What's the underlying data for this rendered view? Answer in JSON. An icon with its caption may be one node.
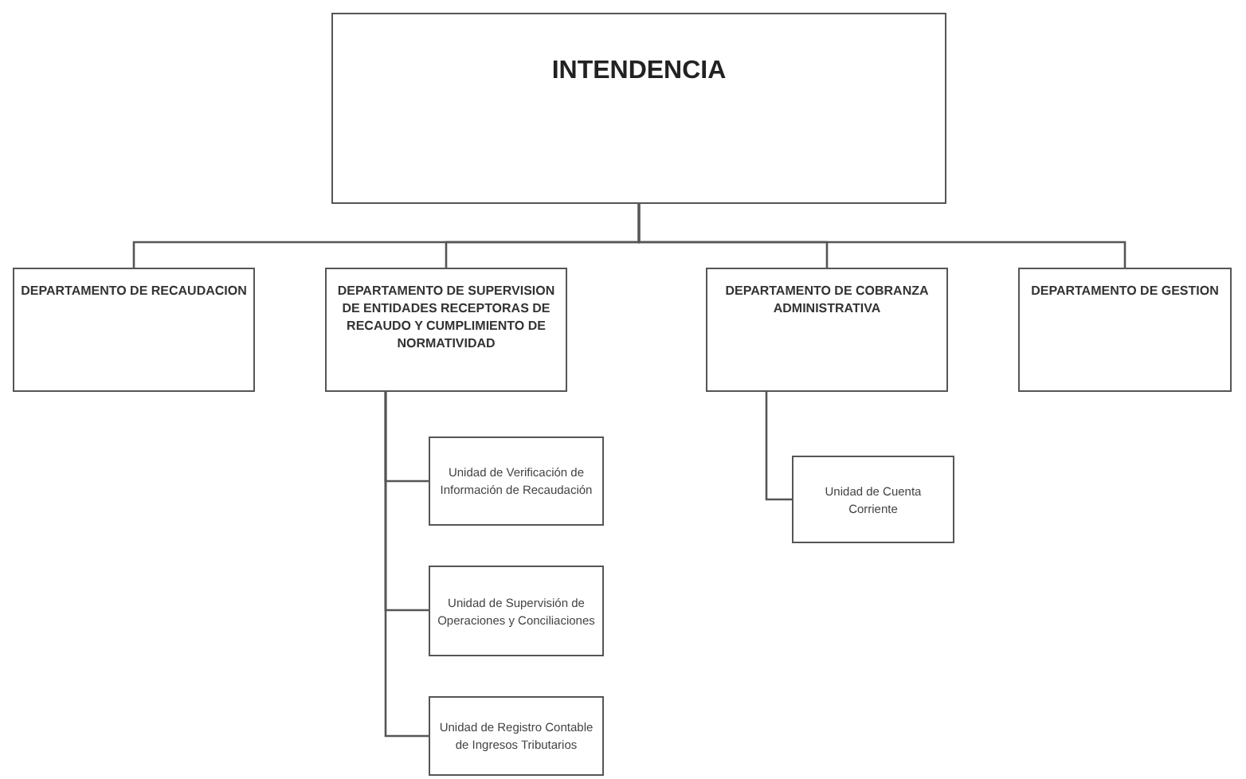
{
  "diagram": {
    "nodes": [
      {
        "text": [
          "INTENDENCIA"
        ]
      },
      {
        "text": [
          "DEPARTAMENTO DE RECAUDACION"
        ]
      },
      {
        "text": [
          "DEPARTAMENTO DE SUPERVISION DE ENTIDADES RECEPTORAS DE RECAUDO Y CUMPLIMIENTO DE NORMATIVIDAD"
        ]
      },
      {
        "text": [
          "DEPARTAMENTO DE COBRANZA ADMINISTRATIVA"
        ]
      },
      {
        "text": [
          "DEPARTAMENTO DE GESTION"
        ]
      },
      {
        "text": [
          "Unidad de Verificación de Información de Recaudación"
        ]
      },
      {
        "text": [
          "Unidad de Supervisión de Operaciones y Conciliaciones"
        ]
      },
      {
        "text": [
          "Unidad de Registro Contable de Ingresos Tributarios"
        ]
      },
      {
        "text": [
          "Unidad de Cuenta Corriente"
        ]
      }
    ],
    "edges": [
      {
        "from": 0,
        "to": 1,
        "arrow": "none"
      },
      {
        "from": 0,
        "to": 2,
        "arrow": "none"
      },
      {
        "from": 0,
        "to": 3,
        "arrow": "none"
      },
      {
        "from": 0,
        "to": 4,
        "arrow": "none"
      },
      {
        "from": 2,
        "to": 5,
        "arrow": "none"
      },
      {
        "from": 2,
        "to": 6,
        "arrow": "none"
      },
      {
        "from": 2,
        "to": 7,
        "arrow": "none"
      },
      {
        "from": 3,
        "to": 8,
        "arrow": "none"
      }
    ]
  }
}
